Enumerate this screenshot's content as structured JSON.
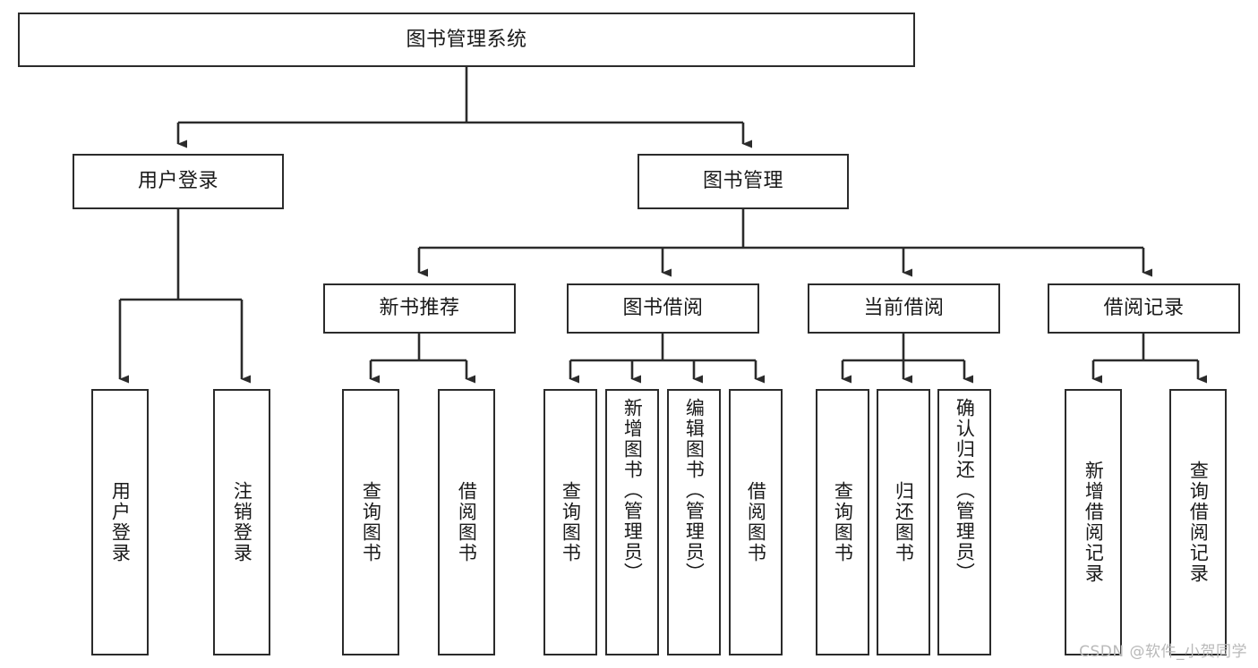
{
  "diagram": {
    "type": "tree",
    "title": "图书管理系统",
    "watermark": "CSDN @软件_小贺同学",
    "colors": {
      "box_border": "#2b2b2b",
      "box_fill": "#ffffff",
      "connector": "#2b2b2b",
      "text": "#1a1a1a",
      "watermark": "#b9b9b9",
      "background": "#ffffff"
    },
    "nodes": {
      "root": {
        "label": "图书管理系统"
      },
      "level1": [
        {
          "id": "user-login",
          "label": "用户登录"
        },
        {
          "id": "book-management",
          "label": "图书管理"
        }
      ],
      "level2": [
        {
          "id": "new-book-recommend",
          "label": "新书推荐"
        },
        {
          "id": "book-borrow",
          "label": "图书借阅"
        },
        {
          "id": "current-borrow",
          "label": "当前借阅"
        },
        {
          "id": "borrow-record",
          "label": "借阅记录"
        }
      ],
      "leaves": {
        "user_login": [
          {
            "id": "leaf-user-login",
            "label": "用户登录"
          },
          {
            "id": "leaf-logout-login",
            "label": "注销登录"
          }
        ],
        "new_book_recommend": [
          {
            "id": "leaf-query-book-1",
            "label": "查询图书"
          },
          {
            "id": "leaf-borrow-book-1",
            "label": "借阅图书"
          }
        ],
        "book_borrow": [
          {
            "id": "leaf-query-book-2",
            "label": "查询图书"
          },
          {
            "id": "leaf-add-book",
            "label": "新增图书（管理员）"
          },
          {
            "id": "leaf-edit-book",
            "label": "编辑图书（管理员）"
          },
          {
            "id": "leaf-borrow-book-2",
            "label": "借阅图书"
          }
        ],
        "current_borrow": [
          {
            "id": "leaf-query-book-3",
            "label": "查询图书"
          },
          {
            "id": "leaf-return-book",
            "label": "归还图书"
          },
          {
            "id": "leaf-confirm-return",
            "label": "确认归还（管理员）"
          }
        ],
        "borrow_record": [
          {
            "id": "leaf-add-record",
            "label": "新增借阅记录"
          },
          {
            "id": "leaf-query-record",
            "label": "查询借阅记录"
          }
        ]
      }
    }
  }
}
